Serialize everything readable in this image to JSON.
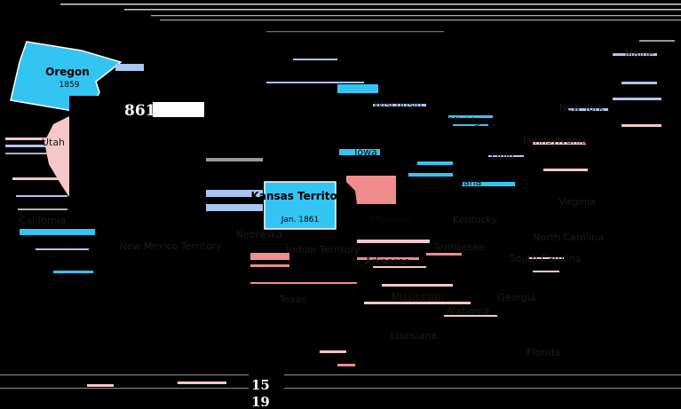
{
  "colors": {
    "background": "#000000",
    "admitted": "#33c4f2",
    "slave_state": "#f08c8c",
    "free_territory": "#aac6ee",
    "other_state": "#f4c8c8",
    "stripe": "#ffffff"
  },
  "regions": [
    {
      "name": "Oregon",
      "date": "1859"
    },
    {
      "name": "Kansas Territory",
      "date": "Jan. 1861"
    },
    {
      "name": "Missouri"
    },
    {
      "name": "Kentucky"
    },
    {
      "name": "Iowa"
    },
    {
      "name": "Illinois"
    },
    {
      "name": "Indiana"
    },
    {
      "name": "Michigan"
    },
    {
      "name": "Wisconsin"
    },
    {
      "name": "Ohio"
    },
    {
      "name": "Virginia"
    },
    {
      "name": "Tennessee"
    },
    {
      "name": "North Carolina"
    },
    {
      "name": "South Carolina"
    },
    {
      "name": "Arkansas"
    },
    {
      "name": "Indian Territory"
    },
    {
      "name": "New Mexico Territory"
    },
    {
      "name": "Mississippi"
    },
    {
      "name": "Alabama"
    },
    {
      "name": "Georgia"
    },
    {
      "name": "Louisiana"
    },
    {
      "name": "Texas"
    },
    {
      "name": "Utah"
    },
    {
      "name": "Nebraska"
    },
    {
      "name": "California"
    },
    {
      "name": "Florida"
    },
    {
      "name": "Pennsylvania"
    },
    {
      "name": "New York"
    },
    {
      "name": "Maine"
    }
  ],
  "panel": {
    "fragment": "861"
  },
  "numbers": {
    "top": "15",
    "bottom": "19"
  }
}
